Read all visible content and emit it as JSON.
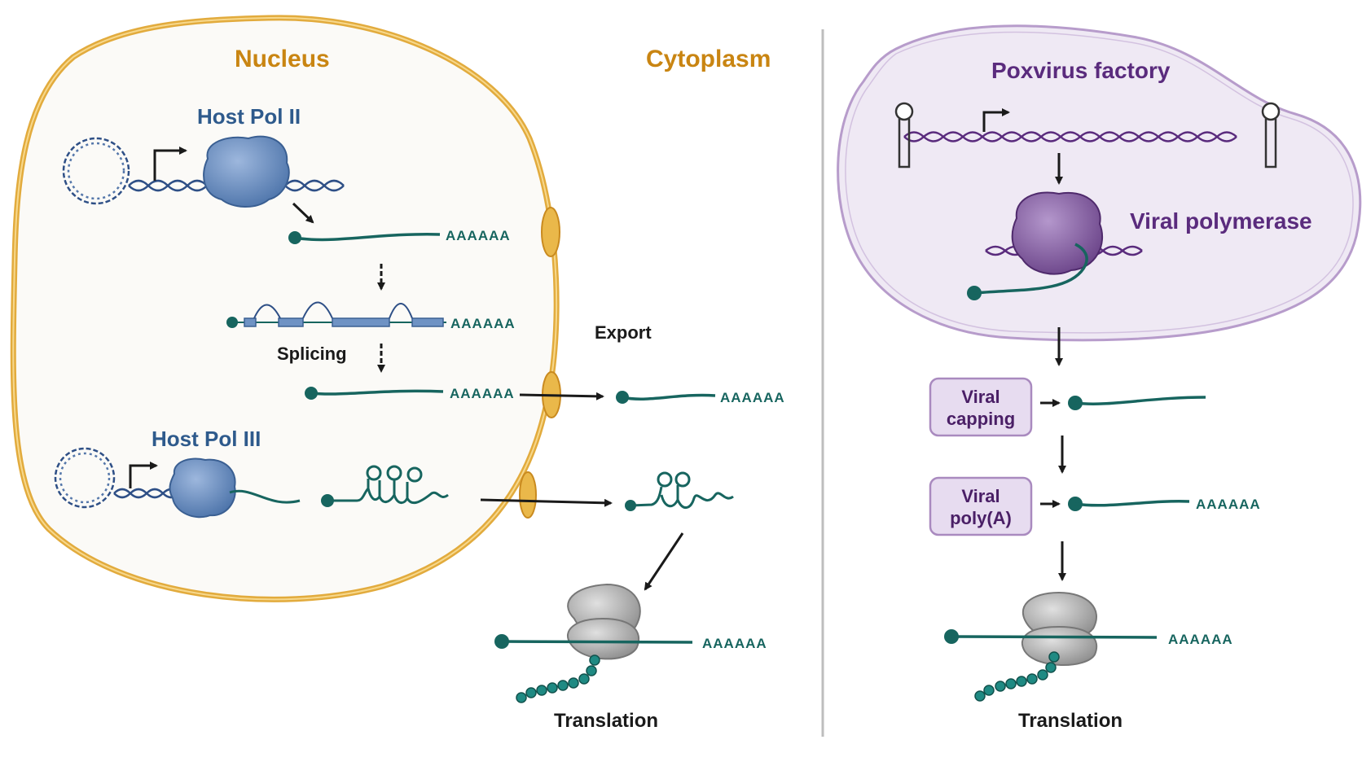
{
  "labels": {
    "nucleus": "Nucleus",
    "cytoplasm": "Cytoplasm",
    "host_pol_ii": "Host Pol II",
    "host_pol_iii": "Host Pol III",
    "splicing": "Splicing",
    "export": "Export",
    "translation_left": "Translation",
    "poxvirus_factory": "Poxvirus factory",
    "viral_polymerase": "Viral polymerase",
    "viral_capping_line1": "Viral",
    "viral_capping_line2": "capping",
    "viral_polya_line1": "Viral",
    "viral_polya_line2": "poly(A)",
    "translation_right": "Translation"
  },
  "poly_a_tail": "AAAAAA",
  "colors": {
    "nucleus_membrane": "#e8b54a",
    "nucleus_fill": "#fafafa",
    "host_polymerase": "#6f93c4",
    "viral_factory_fill": "#ece6f1",
    "viral_factory_border": "#b79ccb",
    "viral_polymerase": "#8a64a8",
    "mrna": "#17655f",
    "ribosome": "#b5b5b5",
    "divider": "#bdbdbd"
  }
}
